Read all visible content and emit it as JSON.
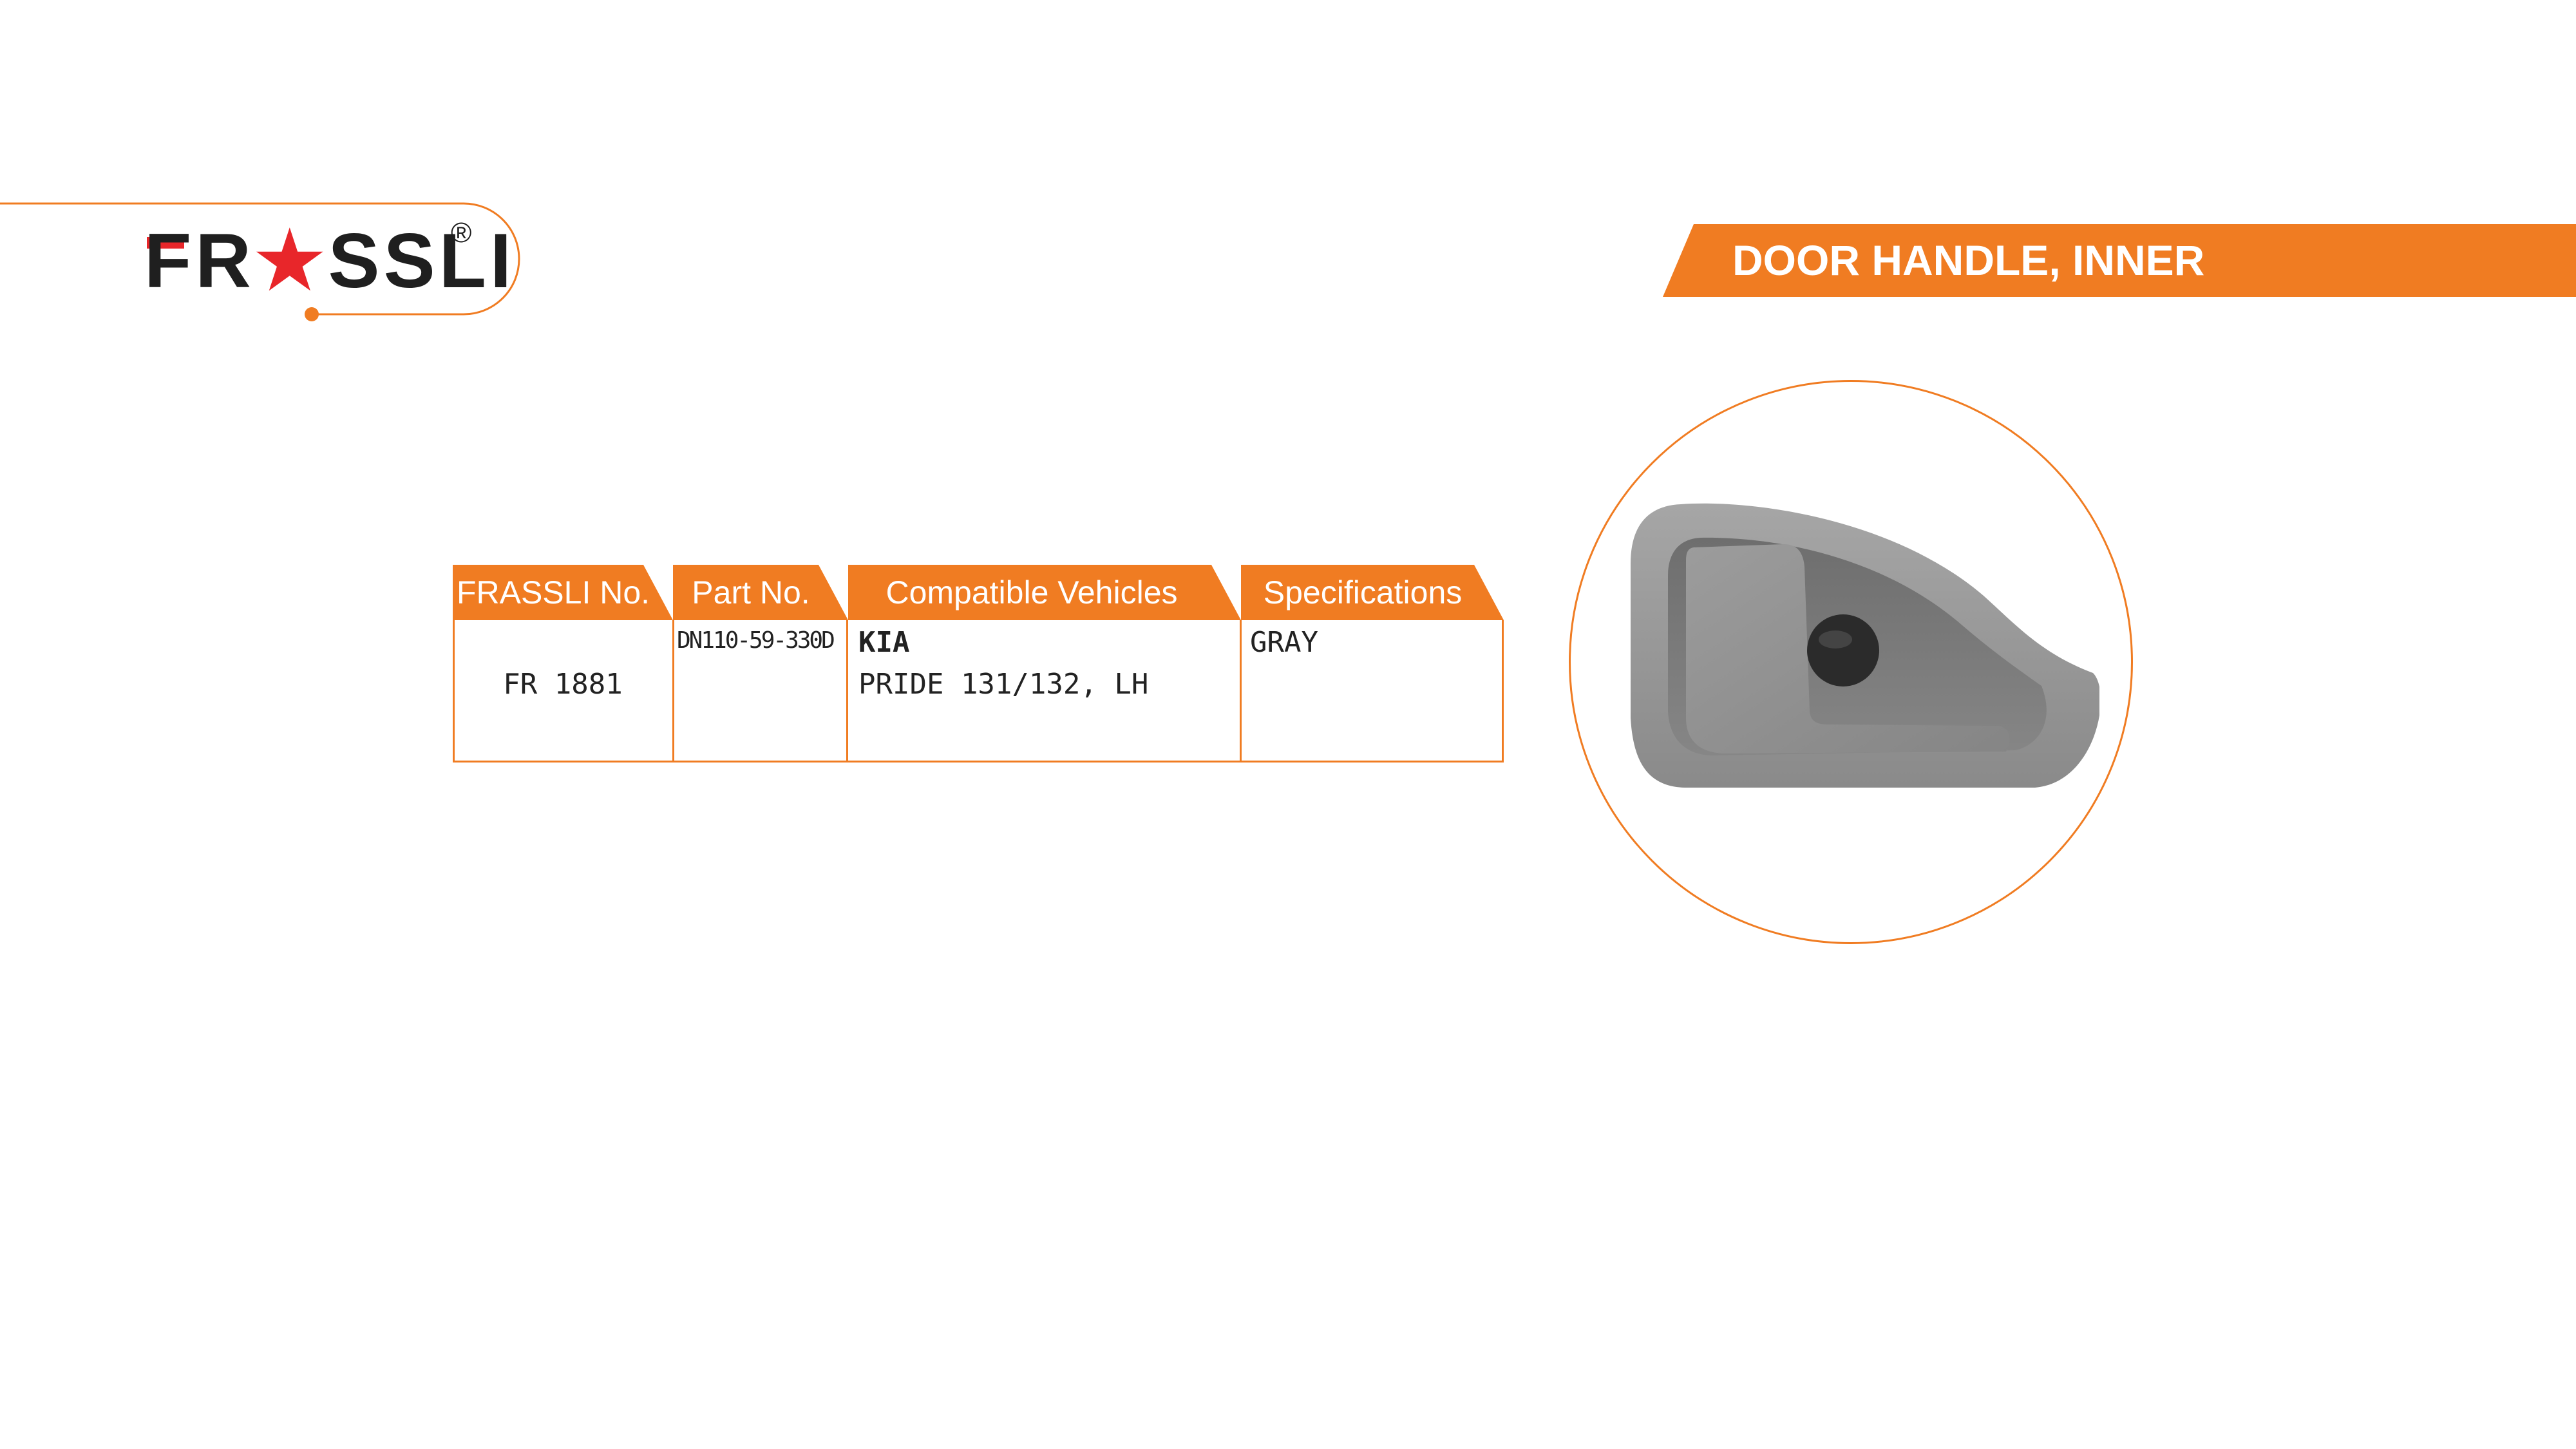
{
  "brand": {
    "name": "FRASSLI",
    "name_before_star": "FR",
    "star_glyph": "★",
    "name_after_star": "SSLI",
    "registered_mark": "®",
    "accent_color": "#f07c22",
    "logo_red": "#e8262a"
  },
  "title": "DOOR HANDLE, INNER",
  "table": {
    "headers": [
      "FRASSLI No.",
      "Part No.",
      "Compatible Vehicles",
      "Specifications"
    ],
    "row": {
      "frassli_no": "FR 1881",
      "part_no": "DN110-59-330D",
      "vehicle_make": "KIA",
      "vehicle_model": "PRIDE 131/132, LH",
      "specification": "GRAY"
    }
  },
  "product_image": {
    "icon": "door-handle-image",
    "color": "gray"
  }
}
